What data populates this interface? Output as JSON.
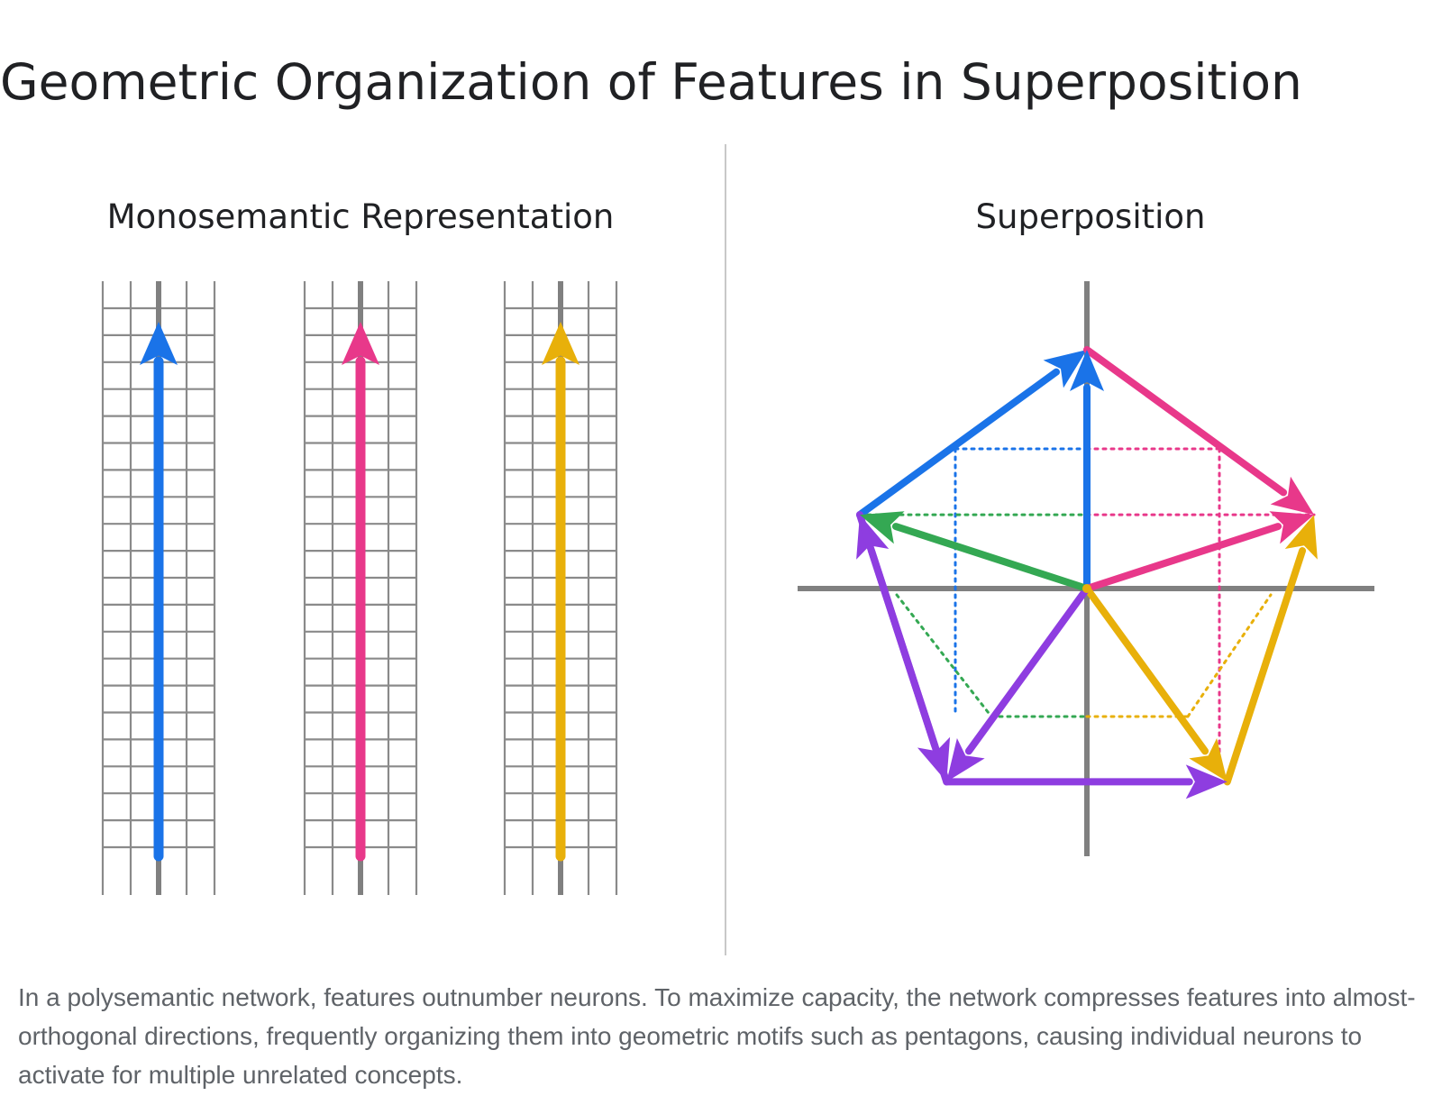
{
  "title": "Geometric Organization of Features in Superposition",
  "panels": {
    "monosemantic": {
      "title": "Monosemantic Representation"
    },
    "superposition": {
      "title": "Superposition"
    }
  },
  "caption": "In a polysemantic network, features outnumber neurons. To maximize capacity, the network compresses features into almost-orthogonal directions, frequently organizing them into geometric motifs such as pentagons, causing individual neurons to activate for multiple unrelated concepts.",
  "colors": {
    "blue": "#1a73e8",
    "pink": "#e8388a",
    "yellow": "#e8b00a",
    "green": "#34a853",
    "purple": "#8e3de0",
    "grid": "#8a8a8a",
    "axis": "#808080"
  },
  "monosemantic_features": [
    {
      "color": "blue"
    },
    {
      "color": "pink"
    },
    {
      "color": "yellow"
    }
  ],
  "superposition_features": [
    {
      "color": "blue",
      "angle_deg": 90
    },
    {
      "color": "pink",
      "angle_deg": 18
    },
    {
      "color": "yellow",
      "angle_deg": -54
    },
    {
      "color": "purple",
      "angle_deg": -126
    },
    {
      "color": "green",
      "angle_deg": 162
    }
  ]
}
